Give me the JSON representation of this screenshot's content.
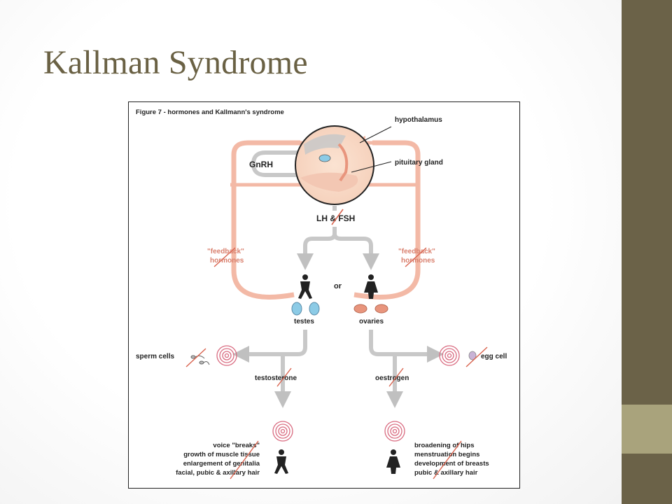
{
  "slide": {
    "title": "Kallman Syndrome",
    "colors": {
      "title": "#6a6144",
      "sidebar_dark": "#6b6248",
      "sidebar_light": "#a9a37c"
    }
  },
  "figure": {
    "caption": "Figure 7 - hormones and Kallmann's syndrome",
    "labels": {
      "hypothalamus": "hypothalamus",
      "pituitary": "pituitary gland",
      "gnrh": "GnRH",
      "lh_fsh": "LH & FSH",
      "feedback_left_1": "\"feedback\"",
      "feedback_left_2": "hormones",
      "feedback_right_1": "\"feedback\"",
      "feedback_right_2": "hormones",
      "or": "or",
      "testes": "testes",
      "ovaries": "ovaries",
      "sperm": "sperm cells",
      "egg": "egg cell",
      "testosterone": "testosterone",
      "oestrogen": "oestrogen"
    },
    "male_effects": [
      "voice \"breaks\"",
      "growth of muscle tissue",
      "enlargement of genitalia",
      "facial, pubic & axillary hair"
    ],
    "female_effects": [
      "broadening of hips",
      "menstruation begins",
      "development of breasts",
      "pubic & axillary hair"
    ],
    "colors": {
      "feedback": "#f3b9a6",
      "arrow_gray": "#c8c8c8",
      "strike_red": "#d9634e",
      "testes_blue": "#8ccbe6",
      "ovary_salmon": "#e8957d"
    }
  }
}
